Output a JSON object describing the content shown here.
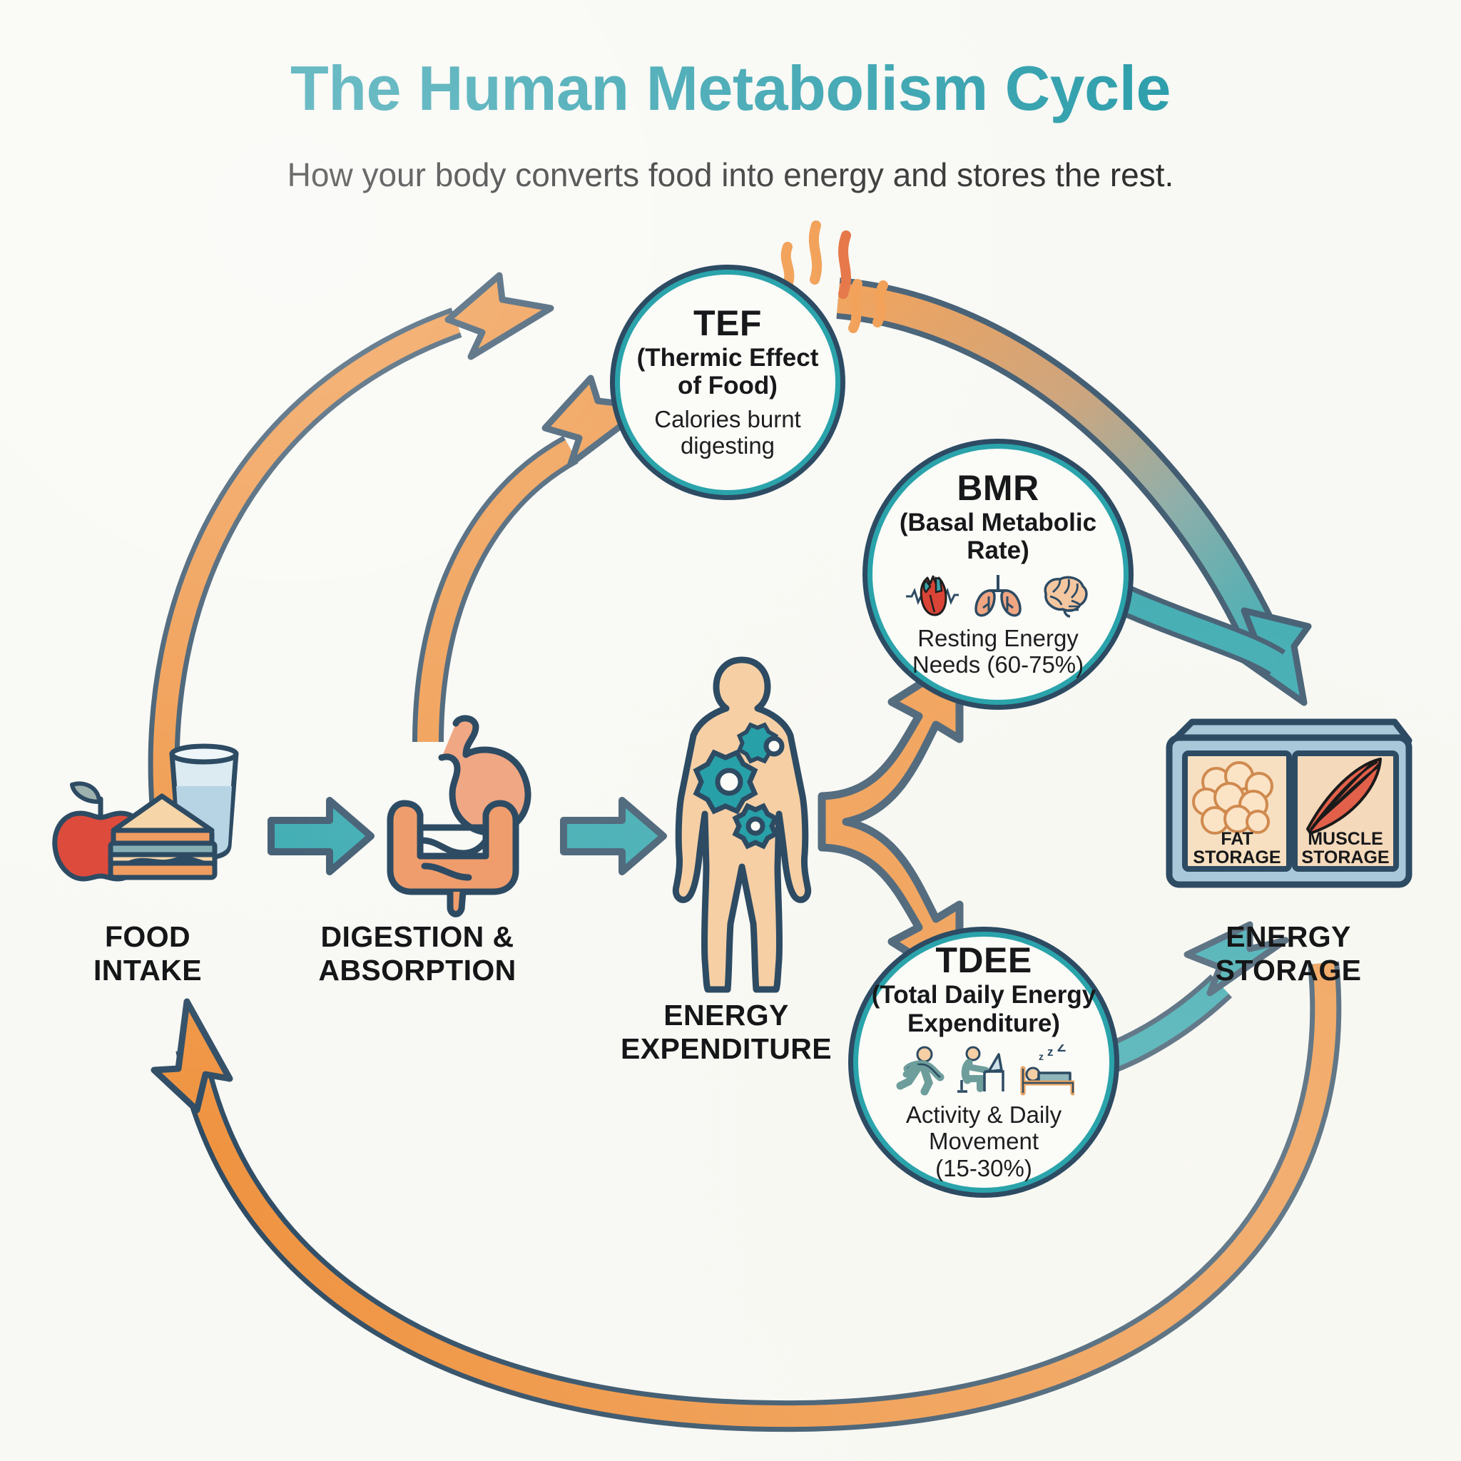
{
  "header": {
    "title": "The Human Metabolism Cycle",
    "subtitle": "How your body converts food into energy and stores the rest."
  },
  "colors": {
    "background": "#f8f8f4",
    "title_teal": "#2a9daa",
    "accent_teal": "#2aa3ab",
    "accent_orange": "#ef9340",
    "outline_navy": "#2d4b63",
    "skin": "#f6cfa5",
    "organ_pink": "#ef9d7e",
    "heart_red": "#d94436",
    "glass_blue": "#bcd7e6",
    "storage_box": "#a9c8d9",
    "storage_panel": "#f6e0c1"
  },
  "stages": {
    "food": {
      "label_line1": "FOOD",
      "label_line2": "INTAKE"
    },
    "digestion": {
      "label_line1": "DIGESTION &",
      "label_line2": "ABSORPTION"
    },
    "expenditure": {
      "label_line1": "ENERGY",
      "label_line2": "EXPENDITURE"
    },
    "storage": {
      "label_line1": "ENERGY",
      "label_line2": "STORAGE"
    }
  },
  "nodes": {
    "tef": {
      "abbr": "TEF",
      "full_line1": "(Thermic Effect",
      "full_line2": "of Food)",
      "desc_line1": "Calories burnt",
      "desc_line2": "digesting"
    },
    "bmr": {
      "abbr": "BMR",
      "full_line1": "(Basal Metabolic",
      "full_line2": "Rate)",
      "desc_line1": "Resting Energy",
      "desc_line2": "Needs (60-75%)",
      "percent_range": "60-75%",
      "icons": [
        "heart-icon",
        "lungs-icon",
        "brain-icon"
      ]
    },
    "tdee": {
      "abbr": "TDEE",
      "full_line1": "(Total Daily Energy",
      "full_line2": "Expenditure)",
      "desc_line1": "Activity & Daily",
      "desc_line2": "Movement",
      "desc_line3": "(15-30%)",
      "percent_range": "15-30%",
      "icons": [
        "running-person-icon",
        "desk-worker-icon",
        "sleeping-person-icon"
      ]
    }
  },
  "storage_box": {
    "fat_label_line1": "FAT",
    "fat_label_line2": "STORAGE",
    "muscle_label_line1": "MUSCLE",
    "muscle_label_line2": "STORAGE",
    "icons": [
      "fat-cell-cluster-icon",
      "muscle-fiber-icon"
    ]
  },
  "illustration_icons": {
    "food": [
      "apple-icon",
      "sandwich-icon",
      "water-glass-icon"
    ],
    "digestion": [
      "stomach-intestines-icon"
    ],
    "body": [
      "human-body-silhouette-icon",
      "gears-icon"
    ]
  },
  "flow_arrows": [
    {
      "id": "food-to-digestion",
      "from": "FOOD INTAKE",
      "to": "DIGESTION & ABSORPTION",
      "color": "teal",
      "style": "straight"
    },
    {
      "id": "digestion-to-body",
      "from": "DIGESTION & ABSORPTION",
      "to": "ENERGY EXPENDITURE",
      "color": "teal",
      "style": "straight"
    },
    {
      "id": "food-to-tef",
      "from": "FOOD INTAKE",
      "to": "TEF",
      "color": "orange",
      "style": "curved"
    },
    {
      "id": "digestion-to-tef",
      "from": "DIGESTION & ABSORPTION",
      "to": "TEF",
      "color": "orange",
      "style": "curved"
    },
    {
      "id": "body-to-bmr",
      "from": "ENERGY EXPENDITURE",
      "to": "BMR",
      "color": "orange",
      "style": "forked"
    },
    {
      "id": "body-to-tdee",
      "from": "ENERGY EXPENDITURE",
      "to": "TDEE",
      "color": "orange",
      "style": "forked"
    },
    {
      "id": "tef-to-storage",
      "from": "TEF",
      "to": "ENERGY STORAGE",
      "color": "orange-to-teal-gradient",
      "style": "arc"
    },
    {
      "id": "bmr-to-storage",
      "from": "BMR",
      "to": "ENERGY STORAGE",
      "color": "teal",
      "style": "curved"
    },
    {
      "id": "tdee-to-storage",
      "from": "TDEE",
      "to": "ENERGY STORAGE",
      "color": "teal",
      "style": "curved"
    },
    {
      "id": "storage-to-food",
      "from": "ENERGY STORAGE",
      "to": "FOOD INTAKE",
      "color": "orange",
      "style": "long-bottom-arc"
    }
  ],
  "heat_squiggles": {
    "name": "heat-waves-icon",
    "count": 5
  }
}
